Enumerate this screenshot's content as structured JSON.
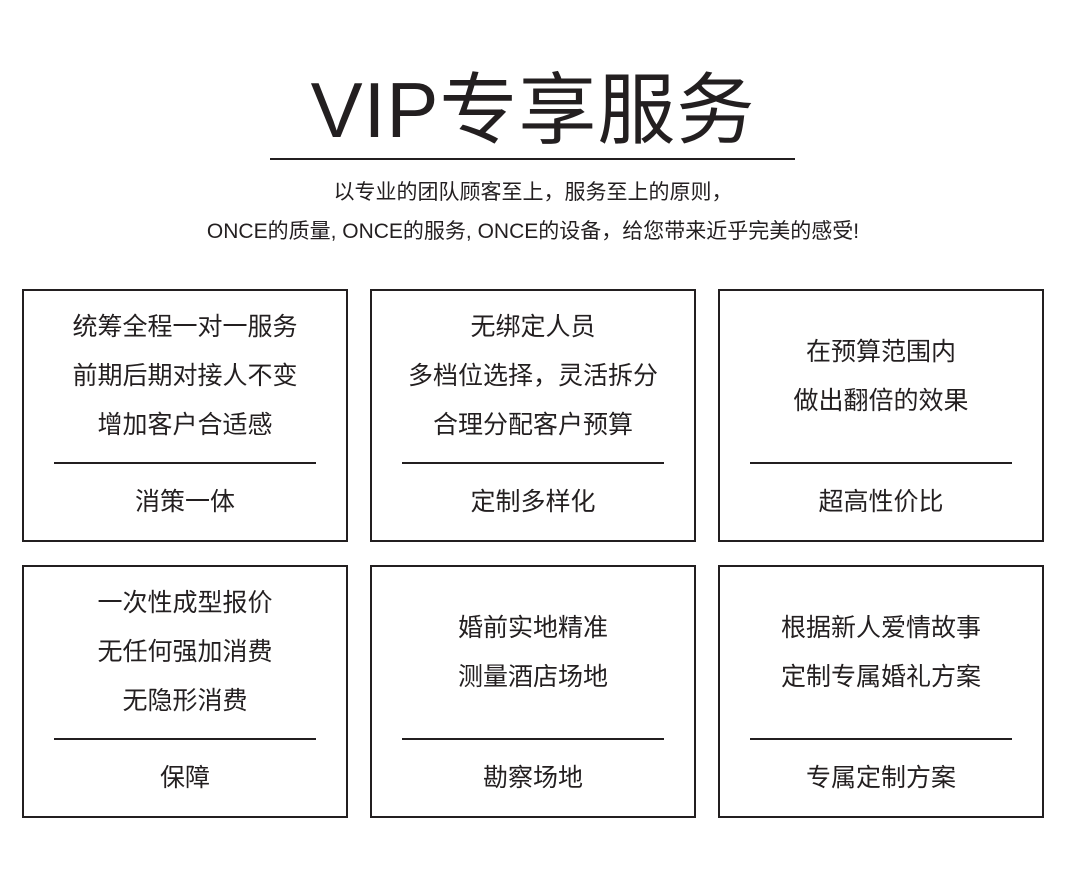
{
  "title": "VIP专享服务",
  "subtitle": [
    "以专业的团队顾客至上，服务至上的原则，",
    "ONCE的质量, ONCE的服务, ONCE的设备，给您带来近乎完美的感受!"
  ],
  "cards": [
    {
      "lines": [
        "统筹全程一对一服务",
        "前期后期对接人不变",
        "增加客户合适感"
      ],
      "label": "消策一体"
    },
    {
      "lines": [
        "无绑定人员",
        "多档位选择，灵活拆分",
        "合理分配客户预算"
      ],
      "label": "定制多样化"
    },
    {
      "lines": [
        "在预算范围内",
        "做出翻倍的效果"
      ],
      "label": "超高性价比"
    },
    {
      "lines": [
        "一次性成型报价",
        "无任何强加消费",
        "无隐形消费"
      ],
      "label": "保障"
    },
    {
      "lines": [
        "婚前实地精准",
        "测量酒店场地"
      ],
      "label": "勘察场地"
    },
    {
      "lines": [
        "根据新人爱情故事",
        "定制专属婚礼方案"
      ],
      "label": "专属定制方案"
    }
  ]
}
